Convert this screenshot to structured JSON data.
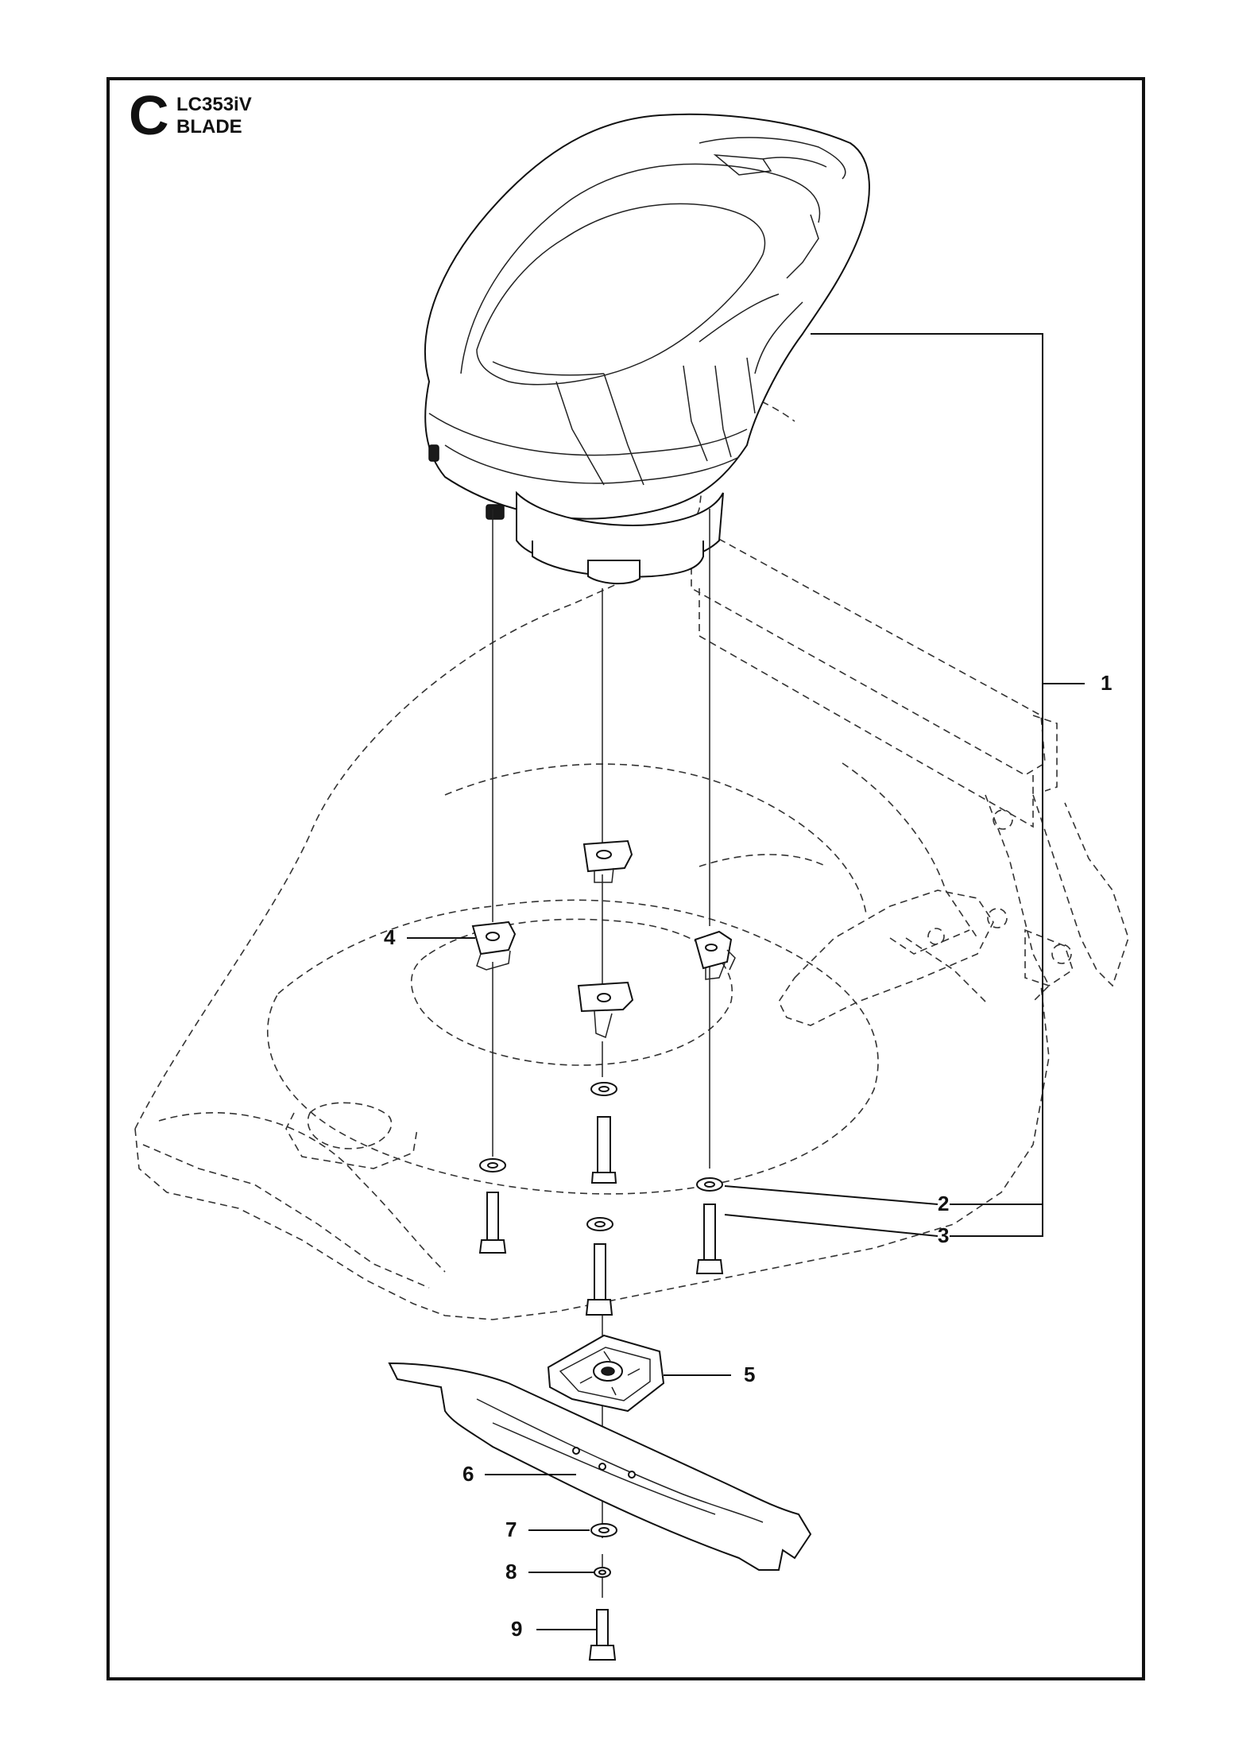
{
  "header": {
    "section_letter": "C",
    "model": "LC353iV",
    "title": "BLADE"
  },
  "callouts": [
    "1",
    "2",
    "3",
    "4",
    "5",
    "6",
    "7",
    "8",
    "9"
  ]
}
